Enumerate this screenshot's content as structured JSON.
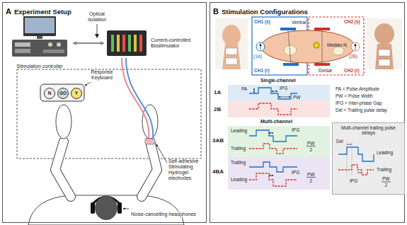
{
  "diagram": {
    "nodes": [
      {
        "text": [
          "A",
          "Experiment Setup"
        ]
      },
      {
        "text": [
          "Stimulation controller"
        ],
        "in": 0
      },
      {
        "text": [
          "Current-controlled Biostimulator"
        ],
        "in": 0
      },
      {
        "text": [
          "N"
        ],
        "in": 0
      },
      {
        "text": [
          "GO"
        ],
        "in": 0
      },
      {
        "text": [
          "Y"
        ],
        "in": 0
      },
      {
        "text": [
          "B",
          "Stimulation Configurations"
        ]
      },
      {
        "text": [
          "Multi-channel trailing pulse delays"
        ],
        "in": 6
      }
    ],
    "edges": [
      {
        "from": 1,
        "to": 2,
        "arrow": "both"
      }
    ],
    "labels": [
      "Optical Isolation",
      "Response Keyboard",
      "Noise-cancelling headphones",
      "Self-adhesive Stimulating Hydrogel electrodes",
      "Ventral",
      "CH1 (s)",
      "CH2 (s)",
      "Median N.",
      "(1A)",
      "(2B)",
      "CH1 (r)",
      "CH2 (r)",
      "Dorsal",
      "Single-channel",
      "1A",
      "PA",
      "IPG",
      "PW",
      "2B",
      "PA = Pulse Amplitude",
      "PW = Pulse Width",
      "IPG = Inter-phase Gap",
      "Del = Trailing pulse delay",
      "Multi-channel",
      "3AB",
      "Leading",
      "Trailing",
      "IPG",
      "PW",
      "2",
      "4BA",
      "Trailing",
      "Leading",
      "IPG",
      "PW",
      "2",
      "Del",
      "Leading",
      "Trailing",
      "IPG",
      "PW",
      "2"
    ]
  }
}
